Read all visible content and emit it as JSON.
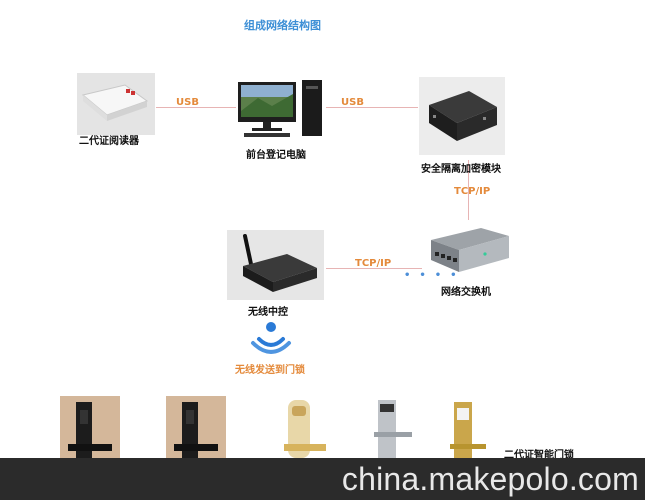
{
  "title": "组成网络结构图",
  "nodes": {
    "id_reader": "二代证阅读器",
    "front_desk_pc": "前台登记电脑",
    "encryption_module": "安全隔离加密模块",
    "network_switch": "网络交换机",
    "wireless_controller": "无线中控"
  },
  "edges": {
    "usb_left": "USB",
    "usb_right": "USB",
    "tcpip_vertical": "TCP/IP",
    "tcpip_horizontal": "TCP/IP"
  },
  "wireless_text": "无线发送到门锁",
  "locks_label": "二代证智能门锁",
  "watermark": "china.makepolo.com",
  "colors": {
    "title": "#3d8fd6",
    "edge_label": "#e48a3b",
    "wifi": "#2a7ad6",
    "footer": "#2b2b2b"
  }
}
